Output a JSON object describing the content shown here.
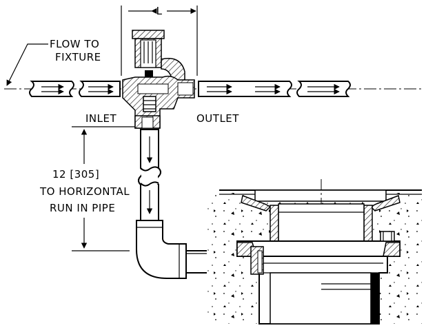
{
  "labels": {
    "dimension_l": "L",
    "flow_to_fixture_line1": "FLOW TO",
    "flow_to_fixture_line2": "FIXTURE",
    "inlet": "INLET",
    "outlet": "OUTLET",
    "height_line1": "12 [305]",
    "height_line2": "TO HORIZONTAL",
    "height_line3": "RUN IN PIPE"
  }
}
